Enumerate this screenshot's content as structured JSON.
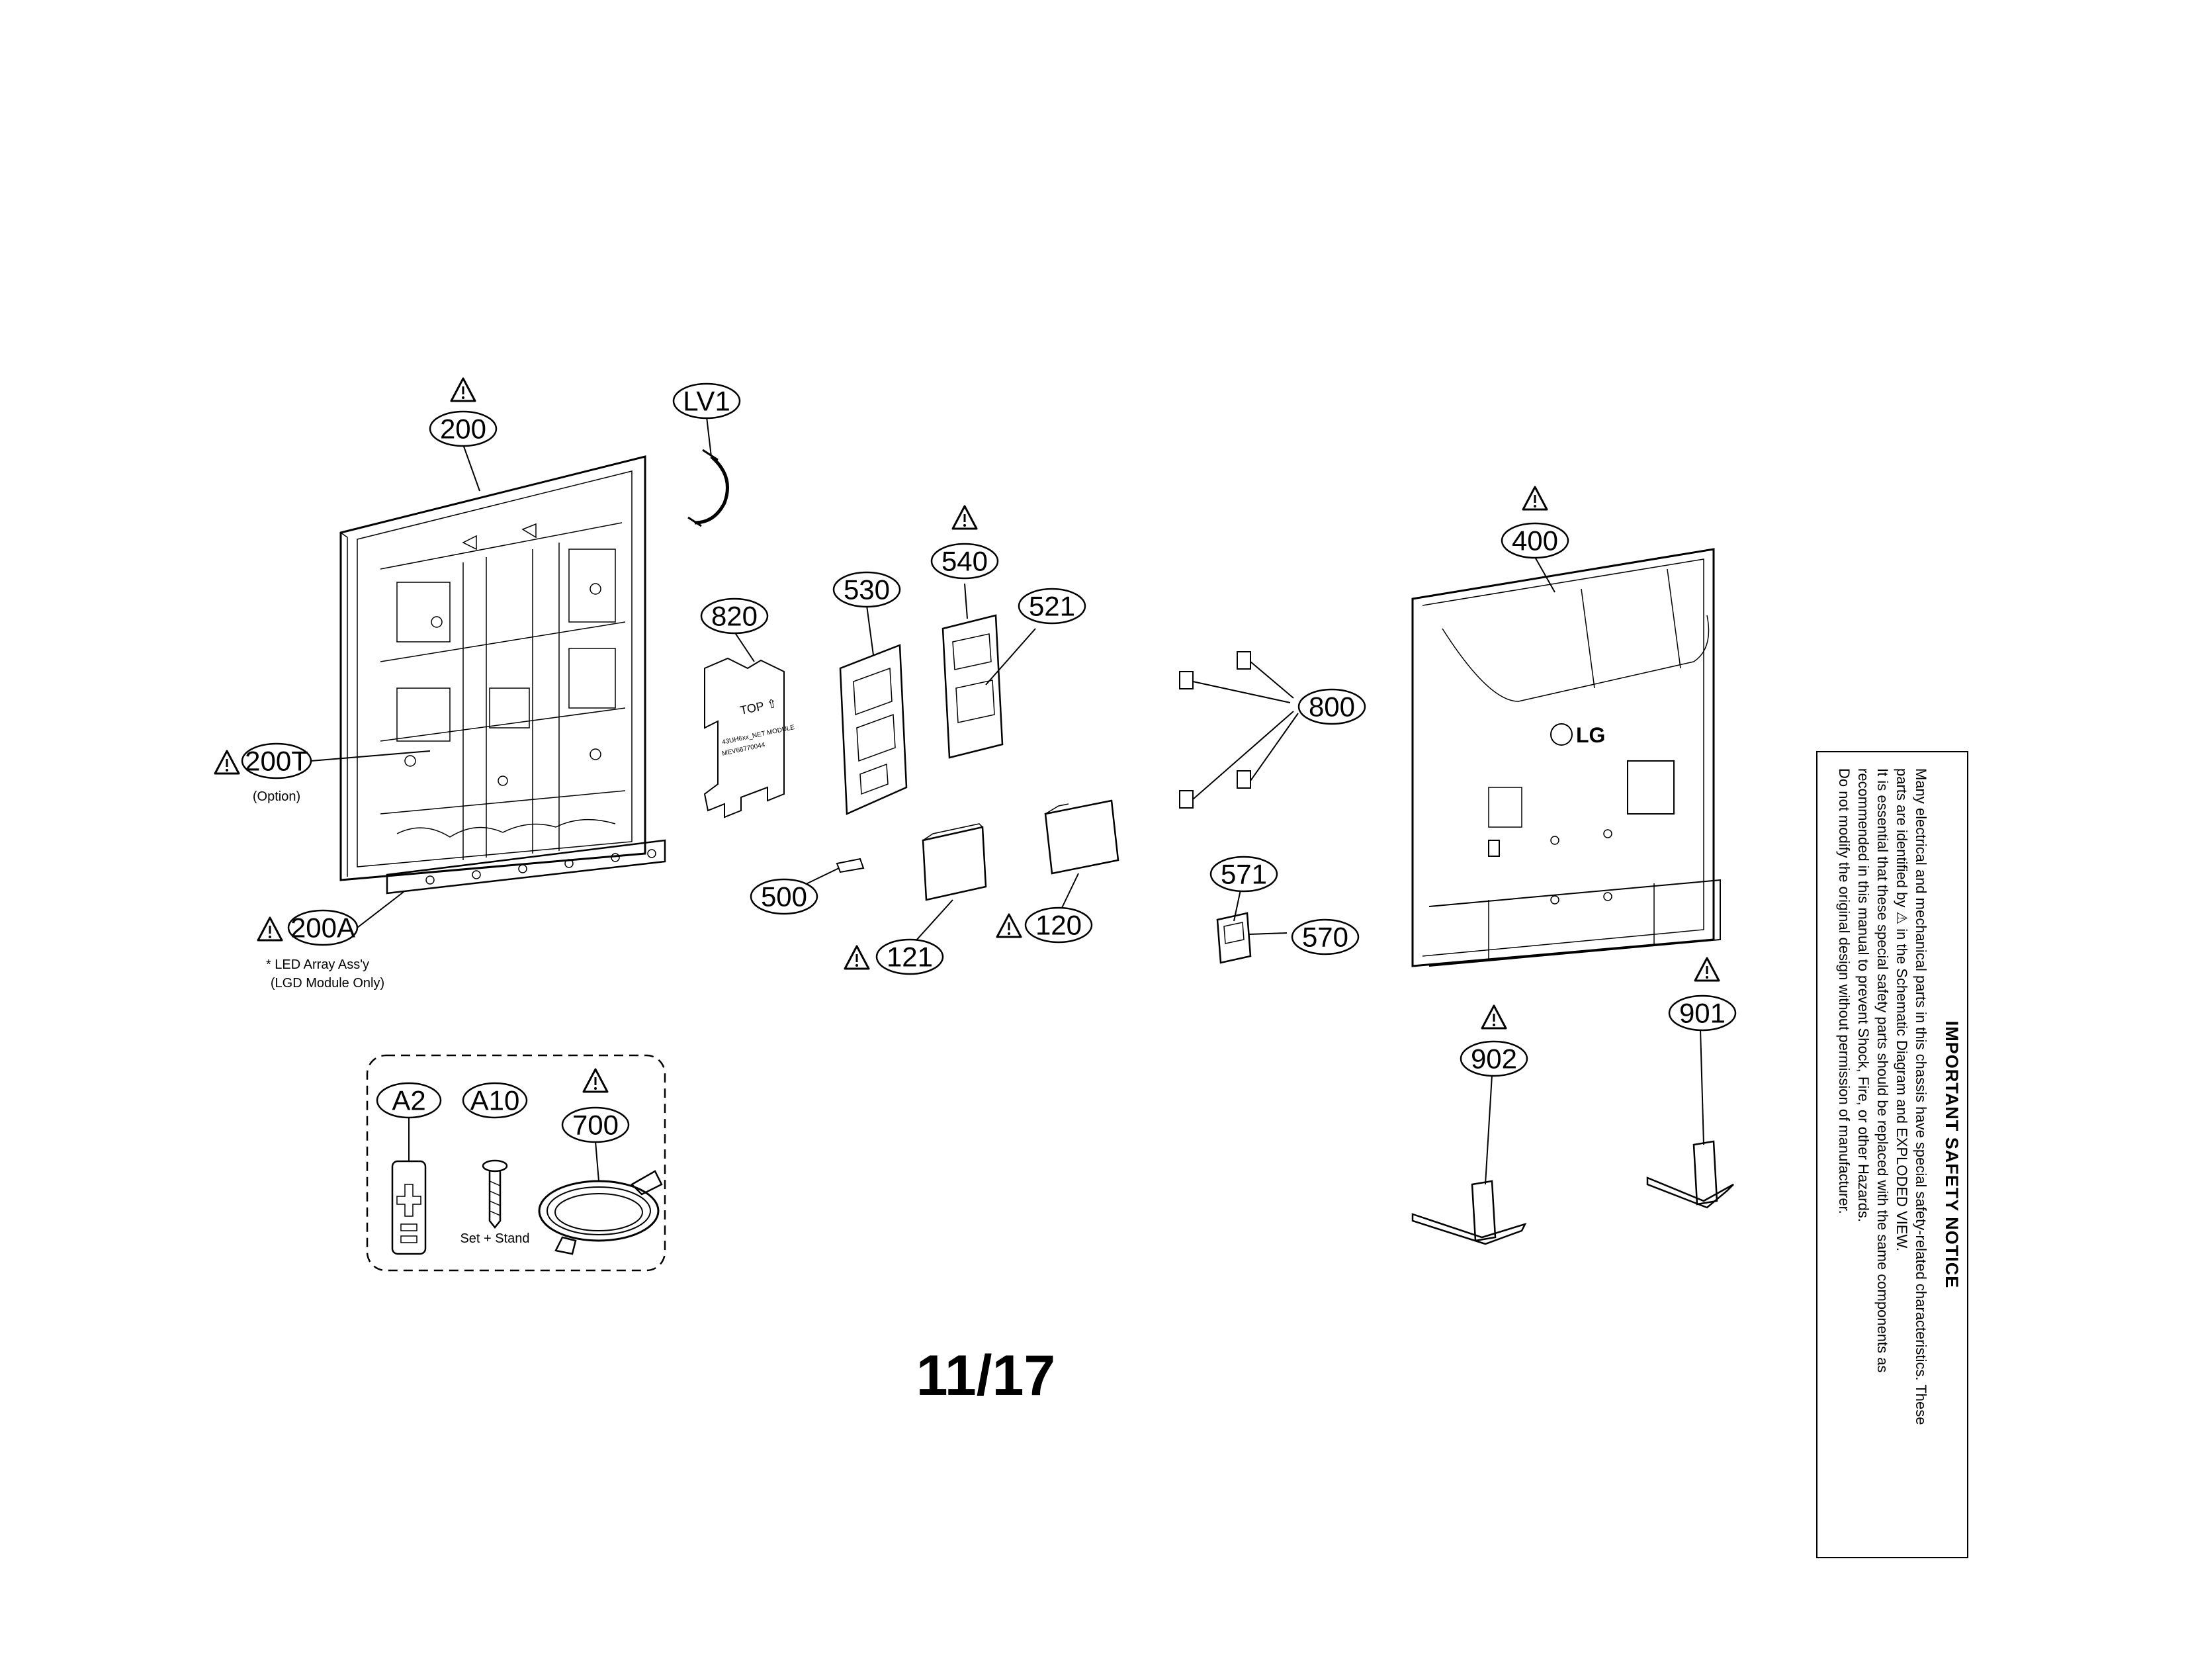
{
  "callouts": {
    "c200": "200",
    "cLV1": "LV1",
    "c200T": "200T",
    "c200A": "200A",
    "c820": "820",
    "c530": "530",
    "c540": "540",
    "c521": "521",
    "c500": "500",
    "c121": "121",
    "c120": "120",
    "c800": "800",
    "c571": "571",
    "c570": "570",
    "c400": "400",
    "c901": "901",
    "c902": "902",
    "cA2": "A2",
    "cA10": "A10",
    "c700": "700"
  },
  "notes": {
    "option": "(Option)",
    "led_line1": "* LED Array Ass'y",
    "led_line2": "(LGD Module Only)",
    "set_stand": "Set + Stand",
    "board_top": "TOP ⇧",
    "board_text1": "43UH6xx_NET MODULE",
    "board_text2": "MEV66770044",
    "logo": "LG"
  },
  "page_number": "11/17",
  "safety_notice": {
    "title": "IMPORTANT SAFETY NOTICE",
    "lines": [
      "Many electrical and mechanical parts in this chassis have special safety-related characteristics. These",
      "parts are identified by ⚠ in the Schematic Diagram and EXPLODED VIEW.",
      "It is essential that these special safety parts should be replaced with the same components as",
      "recommended in this manual to prevent Shock, Fire, or other Hazards.",
      "Do not modify the original design without permission of manufacturer."
    ]
  }
}
